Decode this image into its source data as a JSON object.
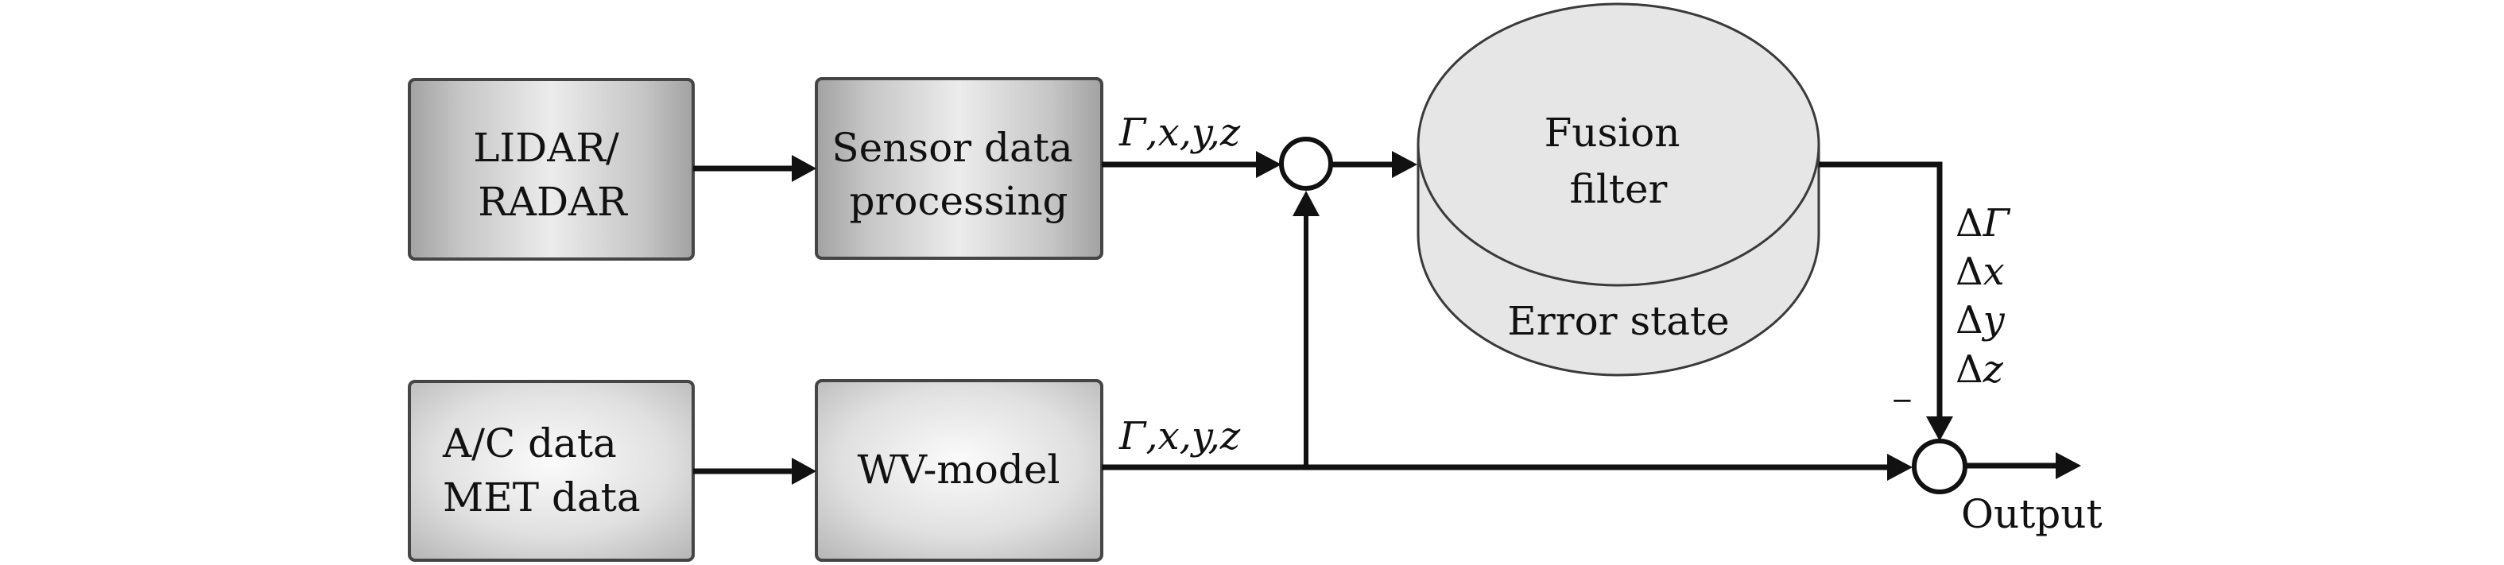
{
  "diagram": {
    "title": "Sensor fusion block diagram",
    "colors": {
      "line": "#111111",
      "box_edge_fill": "#a4a4a4",
      "box_center_fill": "#f0f0f0",
      "box_border": "#454545",
      "cylinder_fill": "#e6e6e6"
    },
    "blocks": {
      "lidar_radar": {
        "lines": [
          "LIDAR/",
          "RADAR"
        ]
      },
      "sensor_processing": {
        "lines": [
          "Sensor data",
          "processing"
        ]
      },
      "ac_met_data": {
        "lines": [
          "A/C data",
          "MET data"
        ]
      },
      "wv_model": {
        "lines": [
          "WV-model"
        ]
      }
    },
    "fusion_filter": {
      "top_lines": [
        "Fusion",
        "filter"
      ],
      "bottom_label": "Error state"
    },
    "signals": {
      "sensor_output": {
        "gamma": "Γ",
        "rest": ",x,y,z"
      },
      "model_output": {
        "gamma": "Γ",
        "rest": ",x,y,z"
      },
      "error_outputs": [
        {
          "delta": "Δ",
          "var": "Γ"
        },
        {
          "delta": "Δ",
          "var": "x"
        },
        {
          "delta": "Δ",
          "var": "y"
        },
        {
          "delta": "Δ",
          "var": "z"
        }
      ],
      "minus_sign": "−",
      "output_label": "Output"
    },
    "connections": [
      {
        "from": "LIDAR/RADAR",
        "to": "Sensor data processing"
      },
      {
        "from": "Sensor data processing",
        "to": "summing-junction-1"
      },
      {
        "from": "summing-junction-1",
        "to": "Fusion filter"
      },
      {
        "from": "A/C data MET data",
        "to": "WV-model"
      },
      {
        "from": "WV-model",
        "to": "summing-junction-1"
      },
      {
        "from": "WV-model",
        "to": "summing-junction-2"
      },
      {
        "from": "Fusion filter",
        "to": "summing-junction-2",
        "sign": "-"
      },
      {
        "from": "summing-junction-2",
        "to": "Output"
      }
    ]
  }
}
